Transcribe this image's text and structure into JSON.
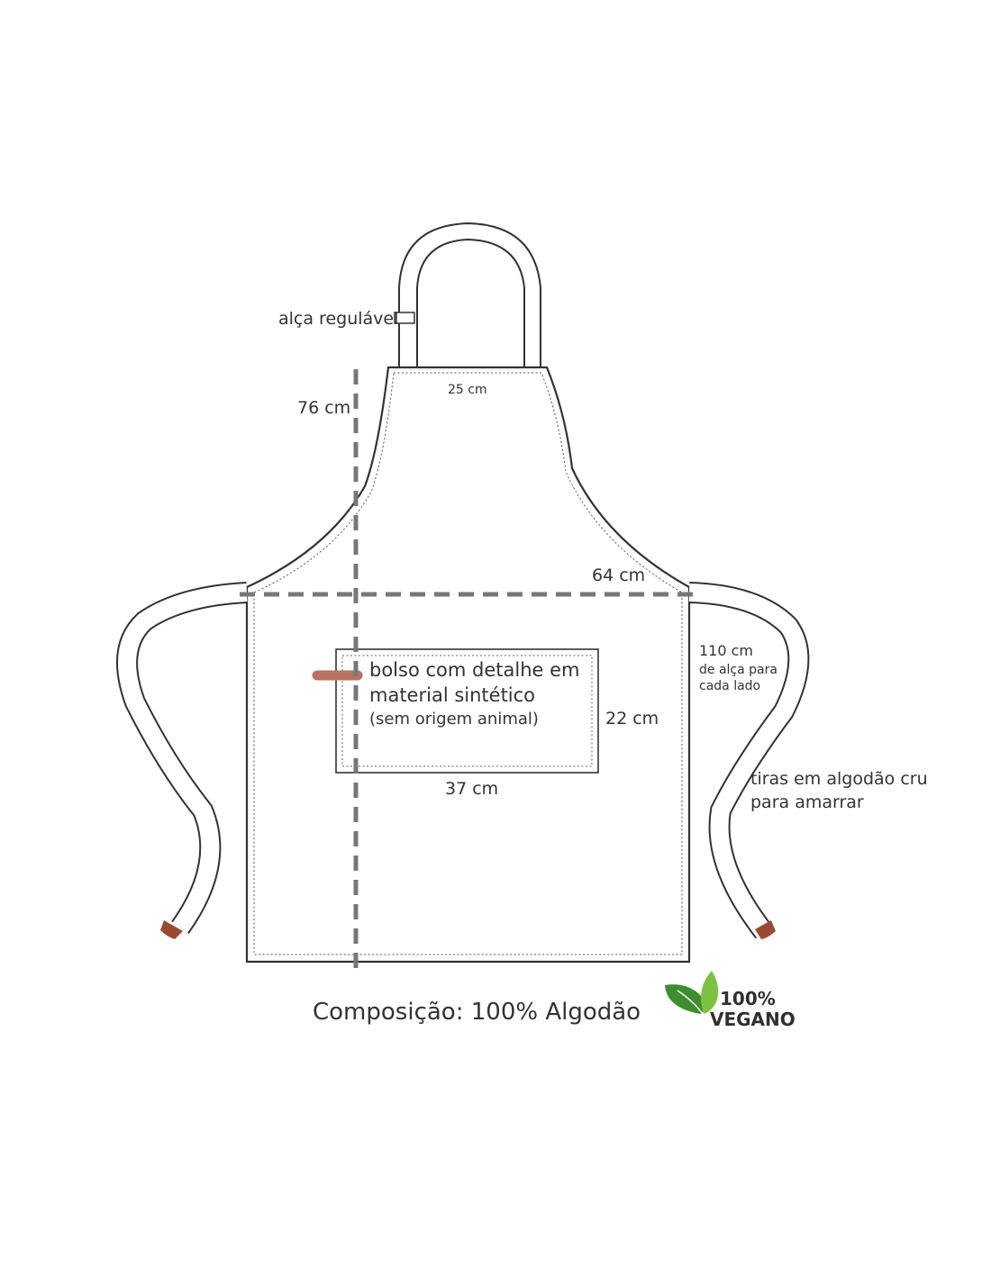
{
  "labels": {
    "adjustable_strap": "alça regulável",
    "height": "76 cm",
    "top_width": "25 cm",
    "waist_width": "64 cm",
    "strap_length_value": "110 cm",
    "strap_length_line1": "de alça para",
    "strap_length_line2": "cada lado",
    "pocket_line1": "bolso com detalhe em",
    "pocket_line2": "material sintético",
    "pocket_line3": "(sem origem animal)",
    "pocket_height": "22 cm",
    "pocket_width": "37 cm",
    "ties_line1": "tiras em algodão cru",
    "ties_line2": "para amarrar",
    "composition": "Composição: 100% Algodão"
  },
  "badge": {
    "line1": "100%",
    "line2": "VEGANO",
    "icon": "leaf-icon",
    "leaf_color_dark": "#3e8e2f",
    "leaf_color_light": "#7cc242"
  },
  "colors": {
    "outline": "#333333",
    "dimension_line": "#777777",
    "leather_detail": "#b8735f",
    "tie_tip": "#9a4a30"
  }
}
